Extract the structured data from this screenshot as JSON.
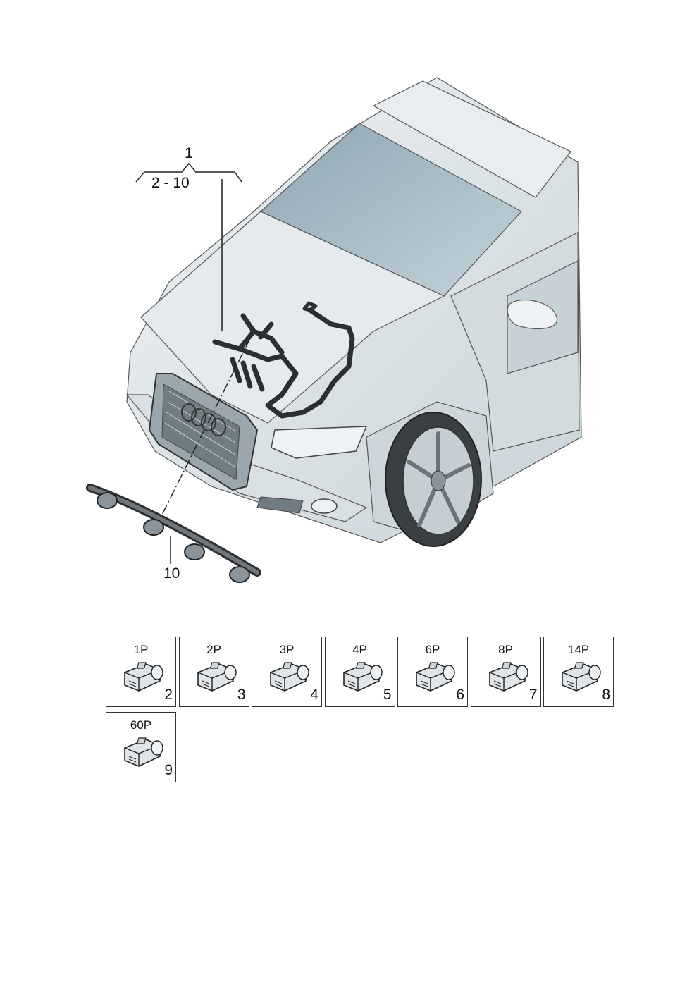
{
  "callouts": {
    "main_part": "1",
    "sub_range": "2 - 10",
    "harness_part": "10"
  },
  "connectors": [
    {
      "pins": "1P",
      "number": "2"
    },
    {
      "pins": "2P",
      "number": "3"
    },
    {
      "pins": "3P",
      "number": "4"
    },
    {
      "pins": "4P",
      "number": "5"
    },
    {
      "pins": "6P",
      "number": "6"
    },
    {
      "pins": "8P",
      "number": "7"
    },
    {
      "pins": "14P",
      "number": "8"
    },
    {
      "pins": "60P",
      "number": "9"
    }
  ],
  "colors": {
    "line": "#222222",
    "body_fill": "#dde3e6",
    "glass": "#a9bcc7",
    "wire": "#2b2f33"
  }
}
